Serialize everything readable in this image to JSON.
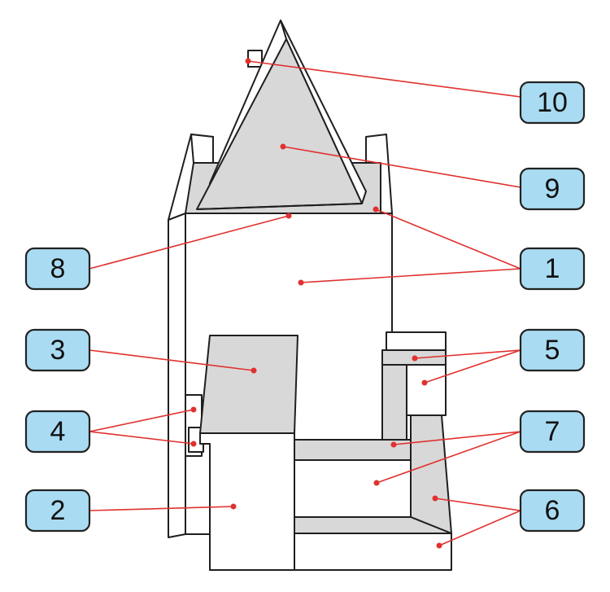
{
  "colors": {
    "label_fill": "#a9dcf2",
    "label_stroke": "#222222",
    "leader": "#e0312f",
    "face_gray": "#d8d8d8",
    "outline": "#1f1f1f"
  },
  "labels": [
    {
      "id": "1",
      "text": "1"
    },
    {
      "id": "2",
      "text": "2"
    },
    {
      "id": "3",
      "text": "3"
    },
    {
      "id": "4",
      "text": "4"
    },
    {
      "id": "5",
      "text": "5"
    },
    {
      "id": "6",
      "text": "6"
    },
    {
      "id": "7",
      "text": "7"
    },
    {
      "id": "8",
      "text": "8"
    },
    {
      "id": "9",
      "text": "9"
    },
    {
      "id": "10",
      "text": "10"
    }
  ]
}
